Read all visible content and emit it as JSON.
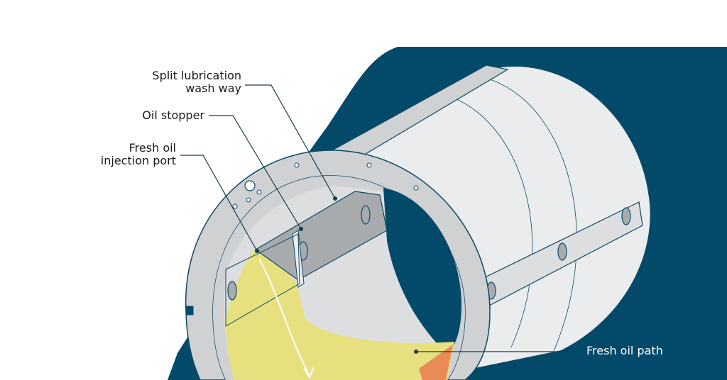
{
  "labels": {
    "wash_way": [
      "Split lubrication",
      "wash way"
    ],
    "oil_stopper": "Oil stopper",
    "injection_port": [
      "Fresh oil",
      "injection port"
    ],
    "oil_path": "Fresh oil path"
  },
  "colors": {
    "background_panel": "#034a6a",
    "metal_light": "#ebeced",
    "metal_mid": "#cfd1d3",
    "metal_dark": "#a8abae",
    "outline": "#0e4a66",
    "oil": "#e6e07f",
    "oil_edge": "#e98b55",
    "leader": "#1a3b4a"
  }
}
